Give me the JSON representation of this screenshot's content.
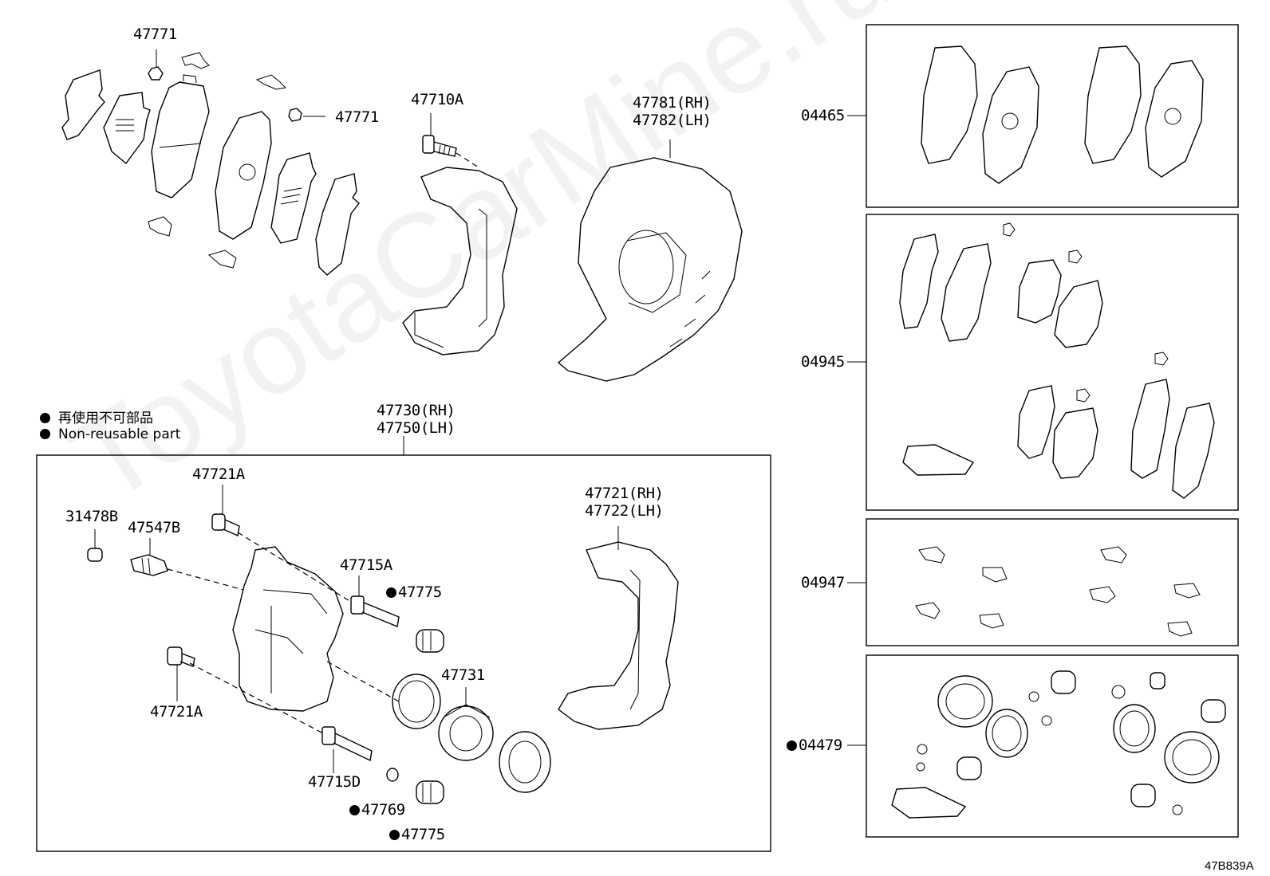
{
  "labels": {
    "p47771_top": "47771",
    "p47771_right": "47771",
    "p47710A": "47710A",
    "p47781": "47781(RH)",
    "p47782": "47782(LH)",
    "p47730": "47730(RH)",
    "p47750": "47750(LH)",
    "p47721A_top": "47721A",
    "p31478B": "31478B",
    "p47547B": "47547B",
    "p47715A": "47715A",
    "p47775_top": "47775",
    "p47721_rh": "47721(RH)",
    "p47722_lh": "47722(LH)",
    "p47731": "47731",
    "p47721A_bottom": "47721A",
    "p47715D": "47715D",
    "p47769": "47769",
    "p47775_bottom": "47775",
    "p04465": "04465",
    "p04945": "04945",
    "p04947": "04947",
    "p04479": "04479"
  },
  "legend": {
    "japanese": "再使用不可部品",
    "english": "Non-reusable part"
  },
  "reference_code": "47B839A",
  "watermark": "ToyotaCarMine.ru"
}
